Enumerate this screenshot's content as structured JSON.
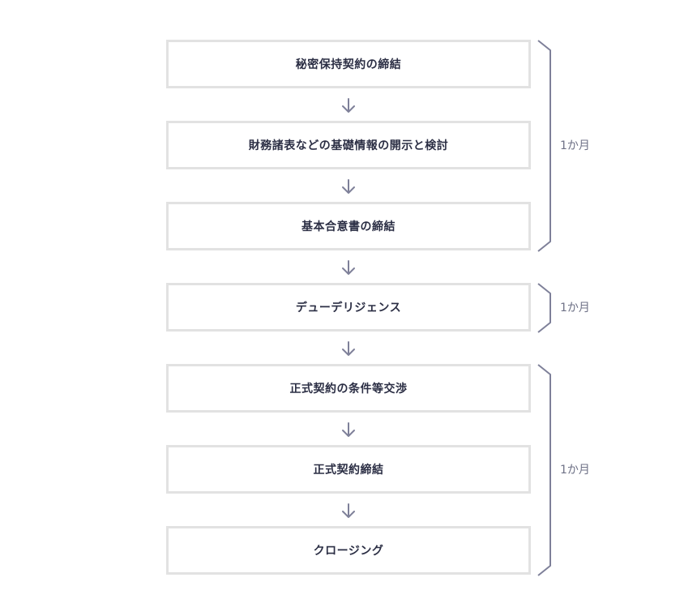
{
  "steps": [
    {
      "label": "秘密保持契約の締結"
    },
    {
      "label": "財務諸表などの基礎情報の開示と検討"
    },
    {
      "label": "基本合意書の締結"
    },
    {
      "label": "デューデリジェンス"
    },
    {
      "label": "正式契約の条件等交渉"
    },
    {
      "label": "正式契約締結"
    },
    {
      "label": "クロージング"
    }
  ],
  "phases": [
    {
      "period": "1か月"
    },
    {
      "period": "1か月"
    },
    {
      "period": "1か月"
    }
  ],
  "colors": {
    "box_border": "#e2e2e2",
    "text": "#2b2e44",
    "connector": "#7e8099",
    "period_text": "#6f7287"
  }
}
